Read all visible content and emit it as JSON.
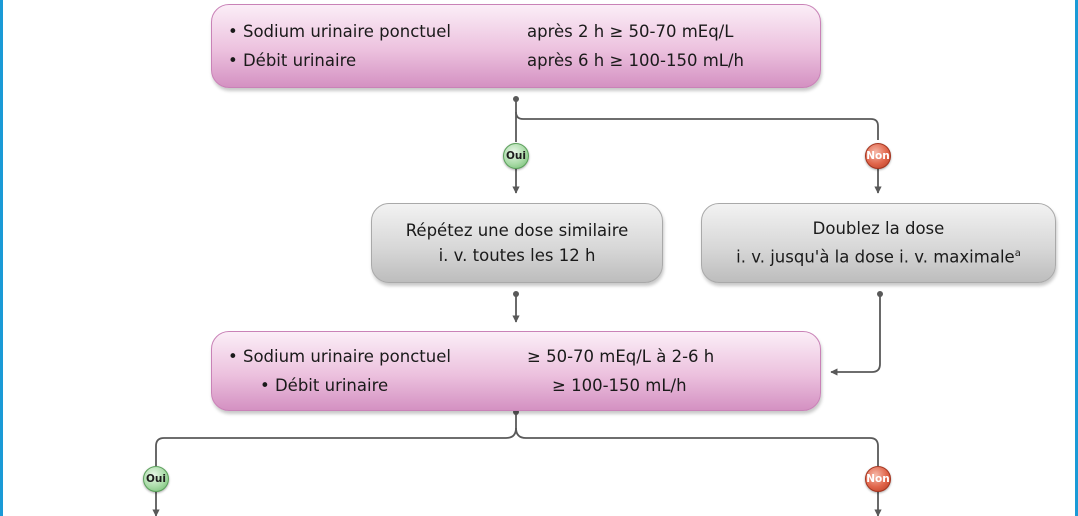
{
  "box_top": {
    "line1_label": "• Sodium urinaire ponctuel",
    "line1_value": "après 2 h ≥ 50-70 mEq/L",
    "line2_label": "• Débit urinaire",
    "line2_value": "après 6 h ≥ 100-150 mL/h"
  },
  "branch_labels": {
    "yes": "Oui",
    "no": "Non"
  },
  "box_repeat": {
    "line1": "Répétez une dose similaire",
    "line2": "i. v. toutes les 12 h"
  },
  "box_double": {
    "line1": "Doublez la dose",
    "line2": "i. v. jusqu'à la dose i. v. maximale",
    "footnote": "a"
  },
  "box_bottom": {
    "line1_label": "• Sodium urinaire ponctuel",
    "line1_value": "≥ 50-70 mEq/L à 2-6 h",
    "line2_label": "• Débit urinaire",
    "line2_value": "≥ 100-150 mL/h"
  },
  "colors": {
    "frame_border": "#1a9ad6",
    "connector": "#595959",
    "pink_box": "#e7b5d6",
    "gray_box": "#d2d2d2",
    "yes_badge": "#a9dba7",
    "no_badge": "#e0654a"
  }
}
